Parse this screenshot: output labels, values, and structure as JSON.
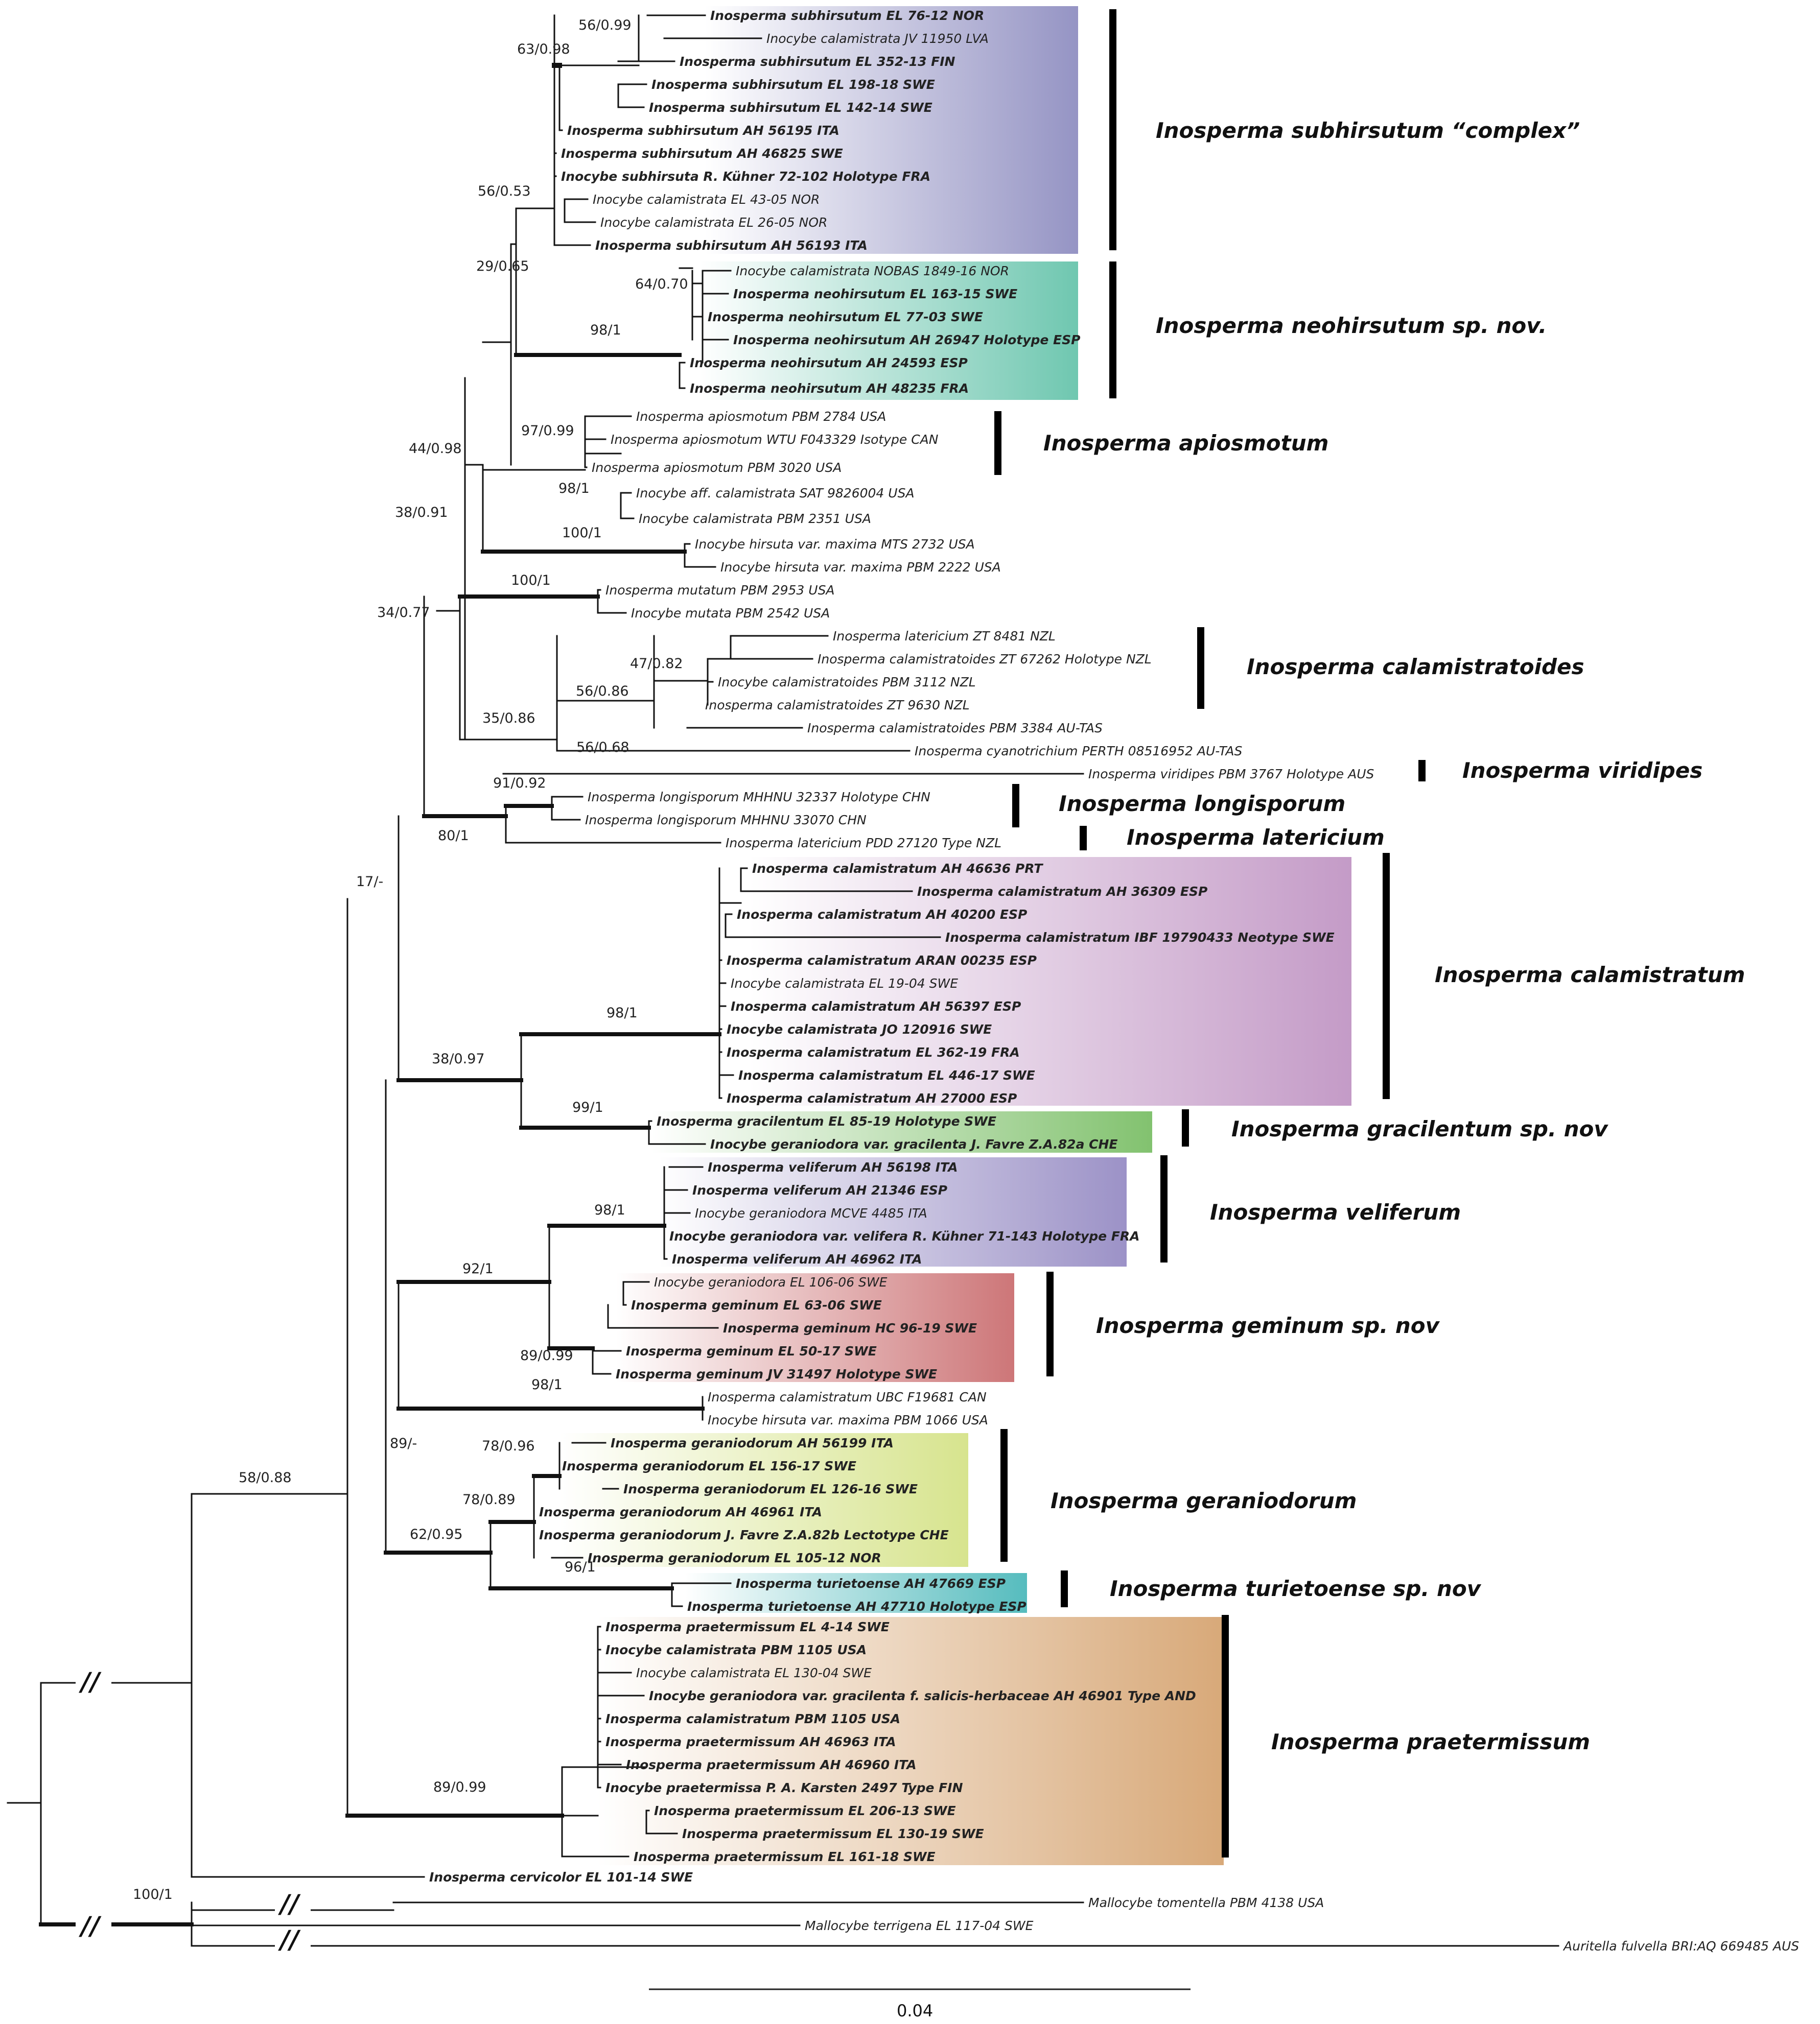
{
  "colors": {
    "subhirsutum": "#9594c4",
    "neohirsutum": "#6fc7b0",
    "calamistratum": "#c49bc7",
    "gracilentum": "#82c26f",
    "veliferum": "#9c92c7",
    "geminum": "#cd7678",
    "geraniodorum": "#d7e48e",
    "turietoense": "#56bcbe",
    "praetermissum": "#d8a979"
  },
  "taxa": [
    {
      "id": "t1",
      "label": "Inosperma subhirsutum EL 76-12 NOR",
      "bold": true
    },
    {
      "id": "t2",
      "label": "Inocybe calamistrata JV 11950 LVA",
      "bold": false
    },
    {
      "id": "t3",
      "label": "Inosperma subhirsutum EL 352-13 FIN",
      "bold": true
    },
    {
      "id": "t4",
      "label": "Inosperma subhirsutum EL 198-18 SWE",
      "bold": true
    },
    {
      "id": "t5",
      "label": "Inosperma subhirsutum EL 142-14 SWE",
      "bold": true
    },
    {
      "id": "t6",
      "label": "Inosperma subhirsutum AH 56195 ITA",
      "bold": true
    },
    {
      "id": "t7",
      "label": "Inosperma subhirsutum AH 46825 SWE",
      "bold": true
    },
    {
      "id": "t8",
      "label": "Inocybe subhirsuta R. Kühner 72-102 Holotype FRA",
      "bold": true
    },
    {
      "id": "t9",
      "label": "Inocybe calamistrata EL 43-05 NOR",
      "bold": false
    },
    {
      "id": "t10",
      "label": "Inocybe calamistrata EL 26-05 NOR",
      "bold": false
    },
    {
      "id": "t11",
      "label": "Inosperma subhirsutum AH 56193 ITA",
      "bold": true
    },
    {
      "id": "t12",
      "label": "Inocybe calamistrata NOBAS 1849-16 NOR",
      "bold": false
    },
    {
      "id": "t13",
      "label": "Inosperma neohirsutum EL 163-15 SWE",
      "bold": true
    },
    {
      "id": "t14",
      "label": "Inosperma neohirsutum EL 77-03 SWE",
      "bold": true
    },
    {
      "id": "t15",
      "label": "Inosperma neohirsutum AH 26947 Holotype ESP",
      "bold": true
    },
    {
      "id": "t16",
      "label": "Inosperma neohirsutum AH 24593 ESP",
      "bold": true
    },
    {
      "id": "t17",
      "label": "Inosperma neohirsutum AH 48235 FRA",
      "bold": true
    },
    {
      "id": "t18",
      "label": "Inosperma apiosmotum PBM 2784 USA",
      "bold": false
    },
    {
      "id": "t19",
      "label": "Inosperma apiosmotum WTU F043329 Isotype CAN",
      "bold": false
    },
    {
      "id": "t20",
      "label": "Inosperma apiosmotum PBM 3020 USA",
      "bold": false
    },
    {
      "id": "t21",
      "label": "Inocybe aff. calamistrata SAT 9826004 USA",
      "bold": false
    },
    {
      "id": "t22",
      "label": "Inocybe calamistrata PBM 2351 USA",
      "bold": false
    },
    {
      "id": "t23",
      "label": "Inocybe hirsuta var. maxima MTS 2732 USA",
      "bold": false
    },
    {
      "id": "t24",
      "label": "Inocybe hirsuta var. maxima PBM 2222 USA",
      "bold": false
    },
    {
      "id": "t25",
      "label": "Inosperma mutatum PBM 2953 USA",
      "bold": false
    },
    {
      "id": "t26",
      "label": "Inocybe mutata PBM 2542 USA",
      "bold": false
    },
    {
      "id": "t27",
      "label": "Inosperma latericium ZT 8481 NZL",
      "bold": false
    },
    {
      "id": "t28",
      "label": "Inosperma calamistratoides ZT 67262 Holotype NZL",
      "bold": false
    },
    {
      "id": "t29",
      "label": "Inocybe calamistratoides PBM 3112 NZL",
      "bold": false
    },
    {
      "id": "t30",
      "label": "Inosperma calamistratoides ZT 9630 NZL",
      "bold": false
    },
    {
      "id": "t31",
      "label": "Inosperma calamistratoides PBM 3384 AU-TAS",
      "bold": false
    },
    {
      "id": "t32",
      "label": "Inosperma cyanotrichium PERTH 08516952 AU-TAS",
      "bold": false
    },
    {
      "id": "t33",
      "label": "Inosperma viridipes PBM 3767 Holotype AUS",
      "bold": false
    },
    {
      "id": "t34",
      "label": "Inosperma longisporum MHHNU 32337 Holotype CHN",
      "bold": false
    },
    {
      "id": "t35",
      "label": "Inosperma longisporum MHHNU 33070 CHN",
      "bold": false
    },
    {
      "id": "t36",
      "label": "Inosperma latericium PDD 27120 Type NZL",
      "bold": false
    },
    {
      "id": "t37",
      "label": "Inosperma calamistratum AH 46636 PRT",
      "bold": true
    },
    {
      "id": "t38",
      "label": "Inosperma calamistratum AH 36309 ESP",
      "bold": true
    },
    {
      "id": "t39",
      "label": "Inosperma calamistratum AH 40200 ESP",
      "bold": true
    },
    {
      "id": "t40",
      "label": "Inosperma calamistratum IBF 19790433 Neotype SWE",
      "bold": true
    },
    {
      "id": "t41",
      "label": "Inosperma calamistratum ARAN 00235 ESP",
      "bold": true
    },
    {
      "id": "t42",
      "label": "Inocybe calamistrata EL 19-04 SWE",
      "bold": false
    },
    {
      "id": "t43",
      "label": "Inosperma calamistratum AH 56397 ESP",
      "bold": true
    },
    {
      "id": "t44",
      "label": "Inocybe calamistrata JO 120916 SWE",
      "bold": true
    },
    {
      "id": "t45",
      "label": "Inosperma calamistratum EL 362-19 FRA",
      "bold": true
    },
    {
      "id": "t46",
      "label": "Inosperma calamistratum EL 446-17 SWE",
      "bold": true
    },
    {
      "id": "t47",
      "label": "Inosperma calamistratum AH 27000 ESP",
      "bold": true
    },
    {
      "id": "t48",
      "label": "Inosperma gracilentum EL 85-19 Holotype SWE",
      "bold": true
    },
    {
      "id": "t49",
      "label": "Inocybe geraniodora var. gracilenta J. Favre Z.A.82a CHE",
      "bold": true
    },
    {
      "id": "t50",
      "label": "Inosperma veliferum AH 56198 ITA",
      "bold": true
    },
    {
      "id": "t51",
      "label": "Inosperma veliferum AH 21346 ESP",
      "bold": true
    },
    {
      "id": "t52",
      "label": "Inocybe geraniodora MCVE 4485 ITA",
      "bold": false
    },
    {
      "id": "t53",
      "label": "Inocybe geraniodora var. velifera R. Kühner 71-143 Holotype FRA",
      "bold": true
    },
    {
      "id": "t54",
      "label": "Inosperma veliferum AH 46962 ITA",
      "bold": true
    },
    {
      "id": "t55",
      "label": "Inocybe geraniodora EL 106-06 SWE",
      "bold": false
    },
    {
      "id": "t56",
      "label": "Inosperma geminum EL 63-06 SWE",
      "bold": true
    },
    {
      "id": "t57",
      "label": "Inosperma geminum HC 96-19 SWE",
      "bold": true
    },
    {
      "id": "t58",
      "label": "Inosperma geminum EL 50-17 SWE",
      "bold": true
    },
    {
      "id": "t59",
      "label": "Inosperma geminum JV 31497 Holotype SWE",
      "bold": true
    },
    {
      "id": "t60",
      "label": "Inosperma calamistratum UBC F19681 CAN",
      "bold": false
    },
    {
      "id": "t61",
      "label": "Inocybe hirsuta var. maxima PBM 1066 USA",
      "bold": false
    },
    {
      "id": "t62",
      "label": "Inosperma geraniodorum AH 56199 ITA",
      "bold": true
    },
    {
      "id": "t63",
      "label": "Inosperma geraniodorum EL 156-17 SWE",
      "bold": true
    },
    {
      "id": "t64",
      "label": "Inosperma geraniodorum EL 126-16 SWE",
      "bold": true
    },
    {
      "id": "t65",
      "label": "Inosperma geraniodorum AH 46961 ITA",
      "bold": true
    },
    {
      "id": "t66",
      "label": "Inosperma geraniodorum J. Favre Z.A.82b Lectotype CHE",
      "bold": true
    },
    {
      "id": "t67",
      "label": "Inosperma geraniodorum EL 105-12 NOR",
      "bold": true
    },
    {
      "id": "t68",
      "label": "Inosperma turietoense AH 47669 ESP",
      "bold": true
    },
    {
      "id": "t69",
      "label": "Inosperma turietoense AH 47710 Holotype ESP",
      "bold": true
    },
    {
      "id": "t70",
      "label": "Inosperma praetermissum EL 4-14 SWE",
      "bold": true
    },
    {
      "id": "t71",
      "label": "Inocybe calamistrata PBM 1105 USA",
      "bold": true
    },
    {
      "id": "t72",
      "label": "Inocybe calamistrata EL 130-04 SWE",
      "bold": false
    },
    {
      "id": "t73",
      "label": "Inocybe geraniodora var. gracilenta f. salicis-herbaceae AH 46901 Type AND",
      "bold": true
    },
    {
      "id": "t74",
      "label": "Inosperma calamistratum PBM 1105 USA",
      "bold": true
    },
    {
      "id": "t75",
      "label": "Inosperma praetermissum AH 46963 ITA",
      "bold": true
    },
    {
      "id": "t76",
      "label": "Inosperma praetermissum AH 46960 ITA",
      "bold": true
    },
    {
      "id": "t77",
      "label": "Inocybe praetermissa P. A. Karsten 2497 Type FIN",
      "bold": true
    },
    {
      "id": "t78",
      "label": "Inosperma praetermissum EL 206-13 SWE",
      "bold": true
    },
    {
      "id": "t79",
      "label": "Inosperma praetermissum EL 130-19 SWE",
      "bold": true
    },
    {
      "id": "t80",
      "label": "Inosperma praetermissum EL 161-18 SWE",
      "bold": true
    },
    {
      "id": "t81",
      "label": "Inosperma cervicolor EL 101-14 SWE",
      "bold": true
    },
    {
      "id": "t82",
      "label": "Mallocybe tomentella PBM 4138 USA",
      "bold": false
    },
    {
      "id": "t83",
      "label": "Mallocybe terrigena EL 117-04 SWE",
      "bold": false
    },
    {
      "id": "t84",
      "label": "Auritella fulvella BRI:AQ 669485 AUS",
      "bold": false
    }
  ],
  "supports": [
    "56/0.99",
    "63/0.98",
    "56/0.53",
    "29/0.65",
    "64/0.70",
    "98/1",
    "97/0.99",
    "98/1",
    "44/0.98",
    "38/0.91",
    "100/1",
    "100/1",
    "34/0.77",
    "47/0.82",
    "56/0.86",
    "35/0.86",
    "56/0.68",
    "91/0.92",
    "80/1",
    "17/-",
    "98/1",
    "38/0.97",
    "99/1",
    "98/1",
    "92/1",
    "89/0.99",
    "98/1",
    "78/0.96",
    "78/0.89",
    "89/-",
    "62/0.95",
    "96/1",
    "58/0.88",
    "89/0.99",
    "100/1"
  ],
  "clades": [
    "Inosperma subhirsutum “complex”",
    "Inosperma neohirsutum sp. nov.",
    "Inosperma apiosmotum",
    "Inosperma calamistratoides",
    "Inosperma viridipes",
    "Inosperma longisporum",
    "Inosperma latericium",
    "Inosperma calamistratum",
    "Inosperma gracilentum sp. nov",
    "Inosperma veliferum",
    "Inosperma geminum sp. nov",
    "Inosperma geraniodorum",
    "Inosperma turietoense sp. nov",
    "Inosperma praetermissum"
  ],
  "breaks": [
    "//",
    "//",
    "//",
    "//"
  ],
  "scale": "0.04"
}
